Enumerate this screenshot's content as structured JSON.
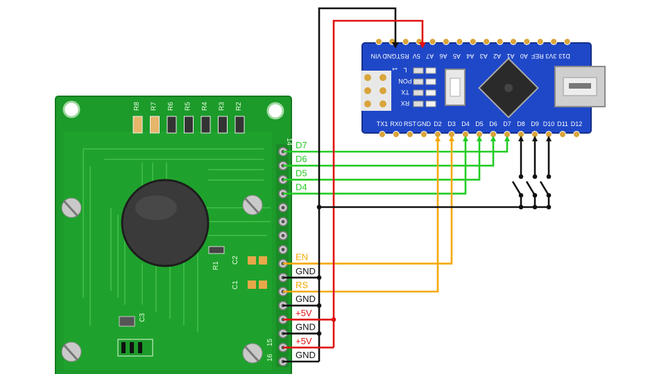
{
  "colors": {
    "data_wire": "#22cc22",
    "control_wire": "#f5a800",
    "power_wire": "#e01010",
    "ground_wire": "#111111",
    "lcd_board": "#1c9a2a",
    "nano_board": "#1f48c8"
  },
  "lcd": {
    "resistor_labels": [
      "R8",
      "R7",
      "R6",
      "R5",
      "R4",
      "R3",
      "R2"
    ],
    "pin_number_top": "14",
    "pin_number_bottom_a": "15",
    "pin_number_bottom_b": "16",
    "component_labels": [
      "C2",
      "C1",
      "R1",
      "C3"
    ]
  },
  "nano": {
    "top_pins": [
      "VIN",
      "GND",
      "RST",
      "5V",
      "A7",
      "A6",
      "A5",
      "A4",
      "A3",
      "A2",
      "A1",
      "A0",
      "REF",
      "3V3",
      "D13"
    ],
    "bottom_pins": [
      "TX1",
      "RX0",
      "RST",
      "GND",
      "D2",
      "D3",
      "D4",
      "D5",
      "D6",
      "D7",
      "D8",
      "D9",
      "D10",
      "D11",
      "D12"
    ],
    "led_labels": [
      "L",
      "PON",
      "TX",
      "RX"
    ],
    "header_mark": "1"
  },
  "connections": [
    {
      "label": "D7",
      "kind": "data"
    },
    {
      "label": "D6",
      "kind": "data"
    },
    {
      "label": "D5",
      "kind": "data"
    },
    {
      "label": "D4",
      "kind": "data"
    },
    {
      "label": "EN",
      "kind": "control"
    },
    {
      "label": "GND",
      "kind": "ground"
    },
    {
      "label": "RS",
      "kind": "control"
    },
    {
      "label": "GND",
      "kind": "ground"
    },
    {
      "label": "+5V",
      "kind": "power"
    },
    {
      "label": "GND",
      "kind": "ground"
    },
    {
      "label": "+5V",
      "kind": "power"
    },
    {
      "label": "GND",
      "kind": "ground"
    }
  ]
}
